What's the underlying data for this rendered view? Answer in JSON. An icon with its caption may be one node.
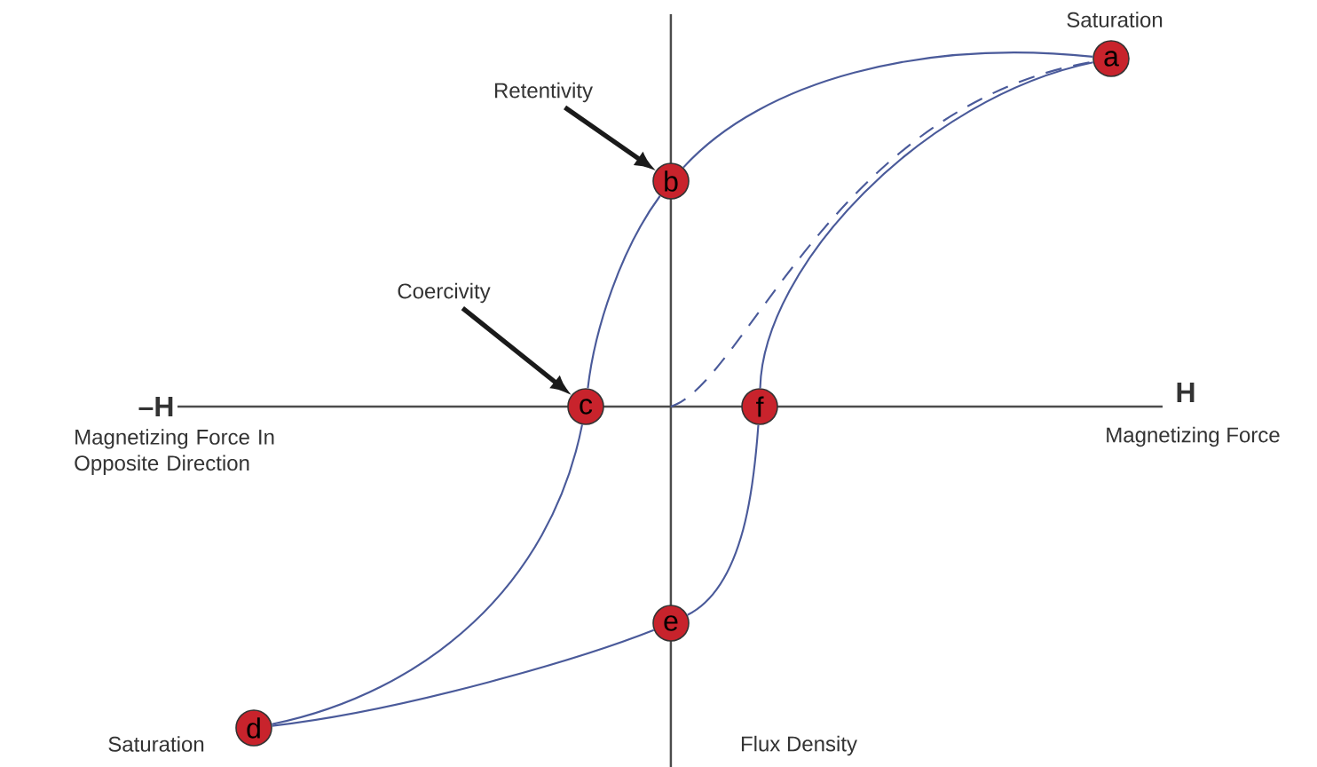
{
  "diagram": {
    "nodes": [
      {
        "text": [
          "a"
        ],
        "beside": [
          "Saturation"
        ]
      },
      {
        "text": [
          "Retentivity"
        ]
      },
      {
        "text": [
          "b"
        ]
      },
      {
        "text": [
          "Coercivity"
        ]
      },
      {
        "text": [
          "c"
        ]
      },
      {
        "text": [
          "f"
        ]
      },
      {
        "text": [
          "e"
        ]
      },
      {
        "text": [
          "d"
        ],
        "beside": [
          "Saturation"
        ]
      }
    ],
    "edges": [
      {
        "from": 0,
        "to": 2,
        "arrow": "none"
      },
      {
        "from": 2,
        "to": 4,
        "arrow": "none"
      },
      {
        "from": 4,
        "to": 7,
        "arrow": "none"
      },
      {
        "from": 7,
        "to": 6,
        "arrow": "none"
      },
      {
        "from": 6,
        "to": 5,
        "arrow": "none"
      },
      {
        "from": 5,
        "to": 0,
        "arrow": "none"
      },
      {
        "from": null,
        "to": 0,
        "arrow": "none",
        "style": "dashed"
      },
      {
        "from": 1,
        "to": 2,
        "arrow": "to",
        "style": "thick",
        "color": "#1a1a1a"
      },
      {
        "from": 3,
        "to": 4,
        "arrow": "to",
        "style": "thick",
        "color": "#1a1a1a"
      }
    ],
    "labels": [
      "–H",
      "Magnetizing Force In Opposite Direction",
      "H",
      "Magnetizing Force",
      "Flux Density"
    ]
  }
}
